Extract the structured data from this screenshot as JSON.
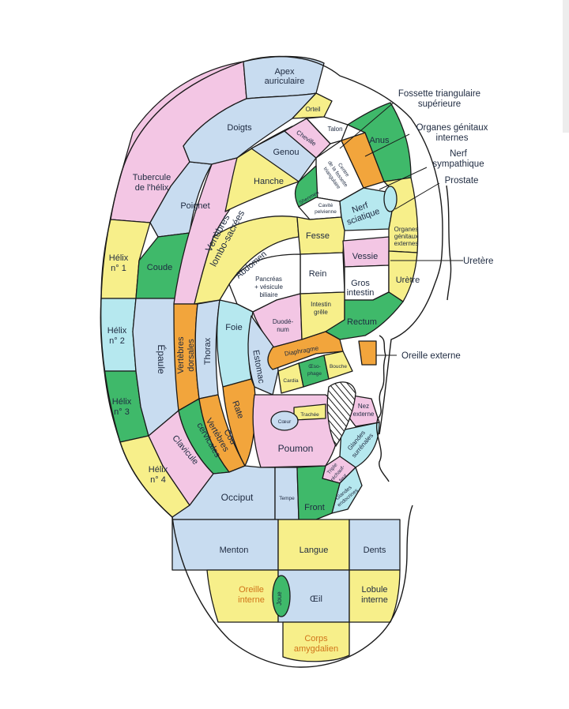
{
  "colors": {
    "yellow": "#f7ef8a",
    "pink": "#f3c6e4",
    "blue": "#c8dcf0",
    "green": "#3fb96a",
    "orange": "#f2a53c",
    "cyan": "#b6e8ef",
    "white": "#ffffff"
  },
  "labels": {
    "apex": [
      "Apex",
      "auriculaire"
    ],
    "doigts": "Doigts",
    "orteil": "Orteil",
    "talon": "Talon",
    "cheville": "Cheville",
    "anus": "Anus",
    "genou": "Genou",
    "tubercule": [
      "Tubercule",
      "de l'hélix"
    ],
    "poignet": "Poignet",
    "hanche": "Hanche",
    "centre": [
      "Centre",
      "de la fossette",
      "triangulaire"
    ],
    "shenmen": "Shenmen",
    "cave": [
      "Cavité",
      "pelvienne"
    ],
    "nerf_sciatique": [
      "Nerf",
      "sciatique"
    ],
    "organes_ext": [
      "Organes",
      "génitaux",
      "externes"
    ],
    "vertebres_lombo": [
      "Vertèbres",
      "lombo-sacrées"
    ],
    "helix1": [
      "Hélix",
      "n° 1"
    ],
    "coude": "Coude",
    "abdomen": "Abdomen",
    "fesse": "Fesse",
    "vessie": "Vessie",
    "rein": "Rein",
    "pancreas": [
      "Pancréas",
      "+ vésicule",
      "biliaire"
    ],
    "gros_intestin": [
      "Gros",
      "intestin"
    ],
    "uretre": "Urètre",
    "helix2": [
      "Hélix",
      "n° 2"
    ],
    "epaule": "Épaule",
    "vertebres_dorsales": [
      "Vertèbres",
      "dorsales"
    ],
    "thorax": "Thorax",
    "foie": "Foie",
    "duodenum": [
      "Duodé-",
      "num"
    ],
    "intestin_grele": [
      "Intestin",
      "grêle"
    ],
    "rectum": "Rectum",
    "estomac": "Estomac",
    "diaphragme": "Diaphragme",
    "oesophage": [
      "Œso-",
      "phage"
    ],
    "bouche": "Bouche",
    "cardia": "Cardia",
    "helix3": [
      "Hélix",
      "n° 3"
    ],
    "rate": "Rate",
    "coeur": "Cœur",
    "trachee": "Trachée",
    "nez_externe": [
      "Nez",
      "externe"
    ],
    "vertebres_cervicales": [
      "Vertèbres",
      "cervicales"
    ],
    "cou": "Cou",
    "clavicule": "Clavicule",
    "poumon": "Poumon",
    "glandes_surrenales": [
      "Glandes",
      "surrénales"
    ],
    "helix4": [
      "Hélix",
      "n° 4"
    ],
    "triple": [
      "Triple",
      "réchauf-",
      "feur"
    ],
    "occiput": "Occiput",
    "tempe": "Tempe",
    "front": "Front",
    "glandes_endocrines": [
      "Glandes",
      "endocrines"
    ],
    "menton": "Menton",
    "langue": "Langue",
    "dents": "Dents",
    "oreille_interne": [
      "Oreille",
      "interne"
    ],
    "joue": "Joue",
    "oeil": "Œil",
    "lobule": [
      "Lobule",
      "interne"
    ],
    "corps": [
      "Corps",
      "amygdalien"
    ]
  },
  "callouts": {
    "fossette": [
      "Fossette triangulaire",
      "supérieure"
    ],
    "organes_internes": [
      "Organes génitaux",
      "internes"
    ],
    "nerf_sympathique": [
      "Nerf",
      "sympathique"
    ],
    "prostate": "Prostate",
    "uretere": "Uretère",
    "oreille_externe": "Oreille externe"
  }
}
